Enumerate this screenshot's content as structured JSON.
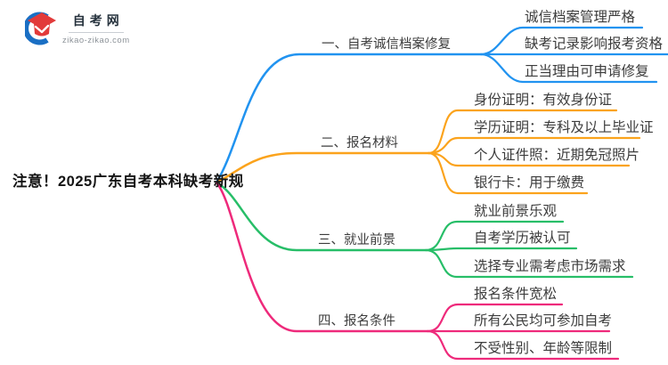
{
  "logo": {
    "site_name": "自考网",
    "site_url": "zikao-zikao.com",
    "icon": "graduation-cap-icon",
    "icon_colors": {
      "crescent_blue": "#1a6fc4",
      "cap_red": "#e23a3a"
    }
  },
  "root": {
    "label": "注意！2025广东自考本科缺考新规"
  },
  "colors": {
    "branch1_blue": "#2193f0",
    "branch2_orange": "#fba31c",
    "branch3_green": "#27be68",
    "branch4_pink": "#ee2a7b",
    "node_text": "#3c3c3c",
    "root_text": "#141414"
  },
  "branches": [
    {
      "label": "一、自考诚信档案修复",
      "color": "#2193f0",
      "children": [
        "诚信档案管理严格",
        "缺考记录影响报考资格",
        "正当理由可申请修复"
      ]
    },
    {
      "label": "二、报名材料",
      "color": "#fba31c",
      "children": [
        "身份证明：有效身份证",
        "学历证明：专科及以上毕业证",
        "个人证件照：近期免冠照片",
        "银行卡：用于缴费"
      ]
    },
    {
      "label": "三、就业前景",
      "color": "#27be68",
      "children": [
        "就业前景乐观",
        "自考学历被认可",
        "选择专业需考虑市场需求"
      ]
    },
    {
      "label": "四、报名条件",
      "color": "#ee2a7b",
      "children": [
        "报名条件宽松",
        "所有公民均可参加自考",
        "不受性别、年龄等限制"
      ]
    }
  ]
}
